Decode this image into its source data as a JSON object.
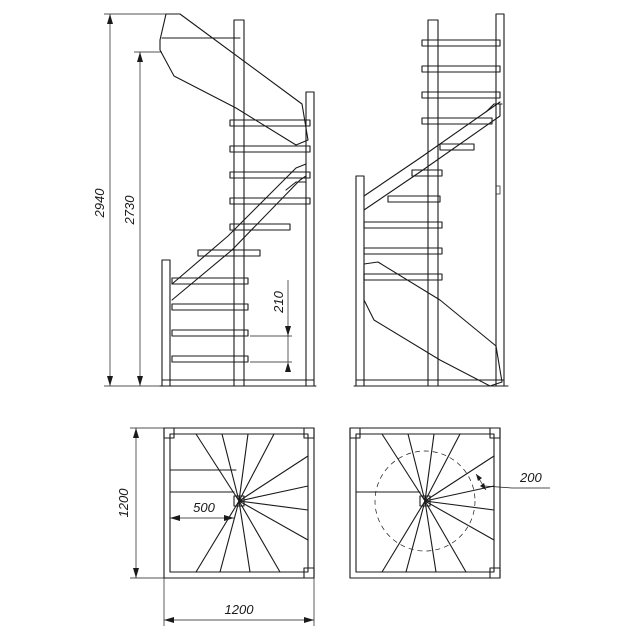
{
  "drawing": {
    "views": [
      "front-elevation",
      "side-elevation",
      "plan-front",
      "plan-side"
    ]
  },
  "dimensions": {
    "total_height": "2940",
    "floor_height": "2730",
    "riser_height": "210",
    "plan_depth": "1200",
    "plan_width": "1200",
    "center_offset": "500",
    "winder_inner": "200"
  }
}
